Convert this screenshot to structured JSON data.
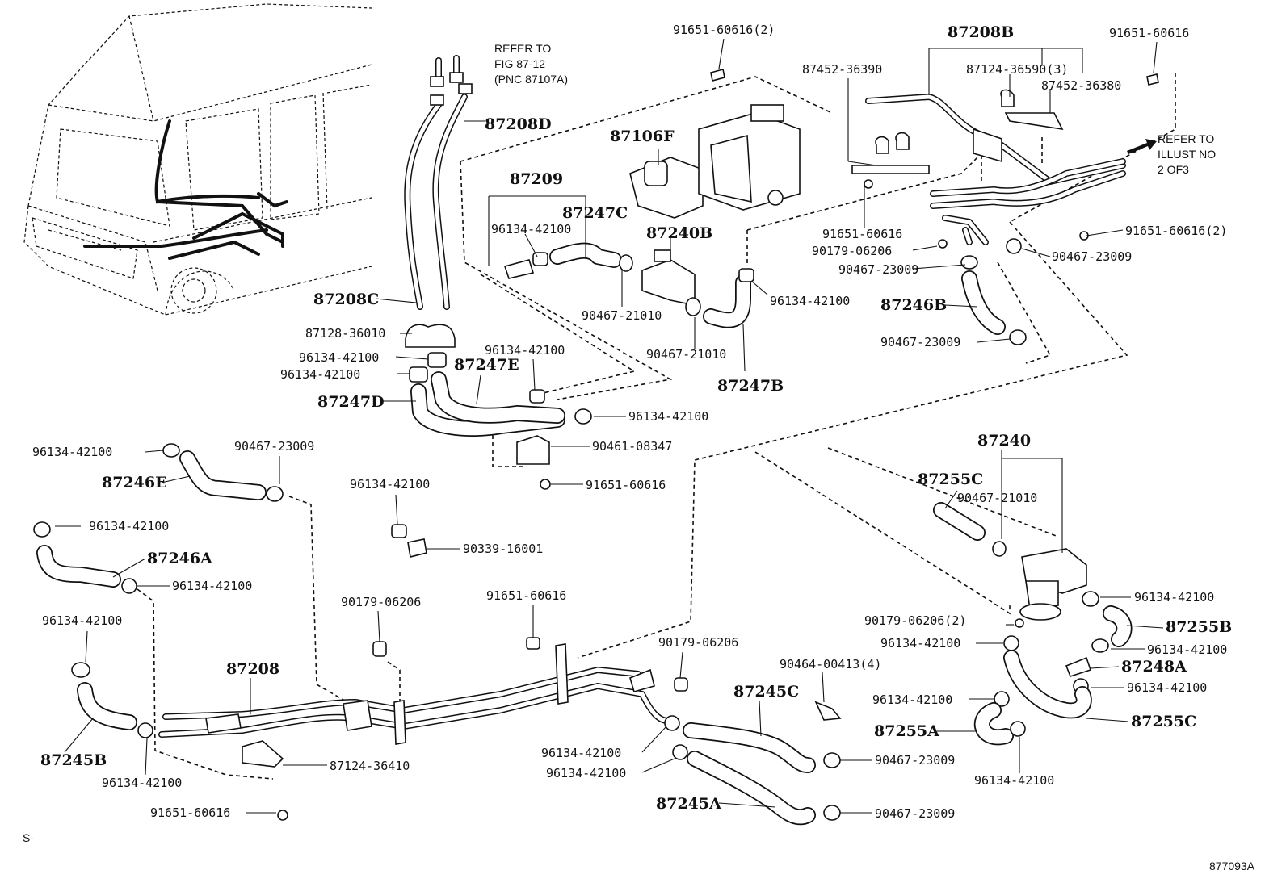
{
  "diagram": {
    "corner_left": "S-",
    "figure_code": "877093A",
    "notes": {
      "refer_fig": [
        "REFER TO",
        "FIG 87-12",
        "(PNC 87107A)"
      ],
      "refer_illust": [
        "REFER TO",
        "ILLUST NO",
        "2 OF3"
      ]
    },
    "callouts": [
      {
        "id": "c1",
        "text": "91651-60616(2)",
        "big": false
      },
      {
        "id": "c2",
        "text": "87208B",
        "big": true
      },
      {
        "id": "c3",
        "text": "91651-60616",
        "big": false
      },
      {
        "id": "c4",
        "text": "87452-36390",
        "big": false
      },
      {
        "id": "c5",
        "text": "87124-36590(3)",
        "big": false
      },
      {
        "id": "c6",
        "text": "87452-36380",
        "big": false
      },
      {
        "id": "c7",
        "text": "87208D",
        "big": true
      },
      {
        "id": "c8",
        "text": "87106F",
        "big": true
      },
      {
        "id": "c9",
        "text": "87209",
        "big": true
      },
      {
        "id": "c10",
        "text": "87247C",
        "big": true
      },
      {
        "id": "c11",
        "text": "96134-42100",
        "big": false
      },
      {
        "id": "c12",
        "text": "87240B",
        "big": true
      },
      {
        "id": "c13",
        "text": "91651-60616",
        "big": false
      },
      {
        "id": "c14",
        "text": "90179-06206",
        "big": false
      },
      {
        "id": "c15",
        "text": "91651-60616(2)",
        "big": false
      },
      {
        "id": "c16",
        "text": "90467-23009",
        "big": false
      },
      {
        "id": "c17",
        "text": "90467-23009",
        "big": false
      },
      {
        "id": "c18",
        "text": "87208C",
        "big": true
      },
      {
        "id": "c19",
        "text": "90467-21010",
        "big": false
      },
      {
        "id": "c20",
        "text": "96134-42100",
        "big": false
      },
      {
        "id": "c21",
        "text": "87246B",
        "big": true
      },
      {
        "id": "c22",
        "text": "87128-36010",
        "big": false
      },
      {
        "id": "c23",
        "text": "96134-42100",
        "big": false
      },
      {
        "id": "c24",
        "text": "96134-42100",
        "big": false
      },
      {
        "id": "c25",
        "text": "90467-21010",
        "big": false
      },
      {
        "id": "c26",
        "text": "90467-23009",
        "big": false
      },
      {
        "id": "c27",
        "text": "87247E",
        "big": true
      },
      {
        "id": "c28",
        "text": "96134-42100",
        "big": false
      },
      {
        "id": "c29",
        "text": "87247B",
        "big": true
      },
      {
        "id": "c30",
        "text": "87247D",
        "big": true
      },
      {
        "id": "c31",
        "text": "96134-42100",
        "big": false
      },
      {
        "id": "c32",
        "text": "96134-42100",
        "big": false
      },
      {
        "id": "c33",
        "text": "90467-23009",
        "big": false
      },
      {
        "id": "c34",
        "text": "90461-08347",
        "big": false
      },
      {
        "id": "c35",
        "text": "87240",
        "big": true
      },
      {
        "id": "c36",
        "text": "87246E",
        "big": true
      },
      {
        "id": "c37",
        "text": "91651-60616",
        "big": false
      },
      {
        "id": "c38",
        "text": "96134-42100",
        "big": false
      },
      {
        "id": "c39",
        "text": "87255C",
        "big": true
      },
      {
        "id": "c40",
        "text": "90467-21010",
        "big": false
      },
      {
        "id": "c41",
        "text": "96134-42100",
        "big": false
      },
      {
        "id": "c42",
        "text": "90339-16001",
        "big": false
      },
      {
        "id": "c43",
        "text": "87246A",
        "big": true
      },
      {
        "id": "c44",
        "text": "96134-42100",
        "big": false
      },
      {
        "id": "c45",
        "text": "90179-06206",
        "big": false
      },
      {
        "id": "c46",
        "text": "91651-60616",
        "big": false
      },
      {
        "id": "c47",
        "text": "96134-42100",
        "big": false
      },
      {
        "id": "c48",
        "text": "96134-42100",
        "big": false
      },
      {
        "id": "c49",
        "text": "90179-06206(2)",
        "big": false
      },
      {
        "id": "c50",
        "text": "87255B",
        "big": true
      },
      {
        "id": "c51",
        "text": "90179-06206",
        "big": false
      },
      {
        "id": "c52",
        "text": "96134-42100",
        "big": false
      },
      {
        "id": "c53",
        "text": "96134-42100",
        "big": false
      },
      {
        "id": "c54",
        "text": "90464-00413(4)",
        "big": false
      },
      {
        "id": "c55",
        "text": "87248A",
        "big": true
      },
      {
        "id": "c56",
        "text": "87208",
        "big": true
      },
      {
        "id": "c57",
        "text": "96134-42100",
        "big": false
      },
      {
        "id": "c58",
        "text": "87245C",
        "big": true
      },
      {
        "id": "c59",
        "text": "96134-42100",
        "big": false
      },
      {
        "id": "c60",
        "text": "87255C",
        "big": true
      },
      {
        "id": "c61",
        "text": "87255A",
        "big": true
      },
      {
        "id": "c62",
        "text": "87245B",
        "big": true
      },
      {
        "id": "c63",
        "text": "87124-36410",
        "big": false
      },
      {
        "id": "c64",
        "text": "96134-42100",
        "big": false
      },
      {
        "id": "c65",
        "text": "90467-23009",
        "big": false
      },
      {
        "id": "c66",
        "text": "96134-42100",
        "big": false
      },
      {
        "id": "c67",
        "text": "96134-42100",
        "big": false
      },
      {
        "id": "c68",
        "text": "96134-42100",
        "big": false
      },
      {
        "id": "c69",
        "text": "91651-60616",
        "big": false
      },
      {
        "id": "c70",
        "text": "87245A",
        "big": true
      },
      {
        "id": "c71",
        "text": "90467-23009",
        "big": false
      }
    ]
  }
}
